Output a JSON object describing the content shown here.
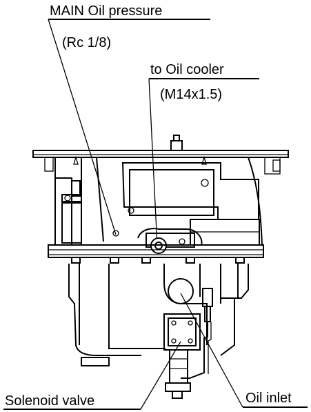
{
  "diagram": {
    "callouts": {
      "main_oil_pressure": "MAIN Oil pressure",
      "main_oil_pressure_thread": "(Rc 1/8)",
      "oil_cooler": "to Oil cooler",
      "oil_cooler_thread": "(M14x1.5)",
      "solenoid_valve": "Solenoid valve",
      "oil_inlet": "Oil inlet"
    }
  }
}
